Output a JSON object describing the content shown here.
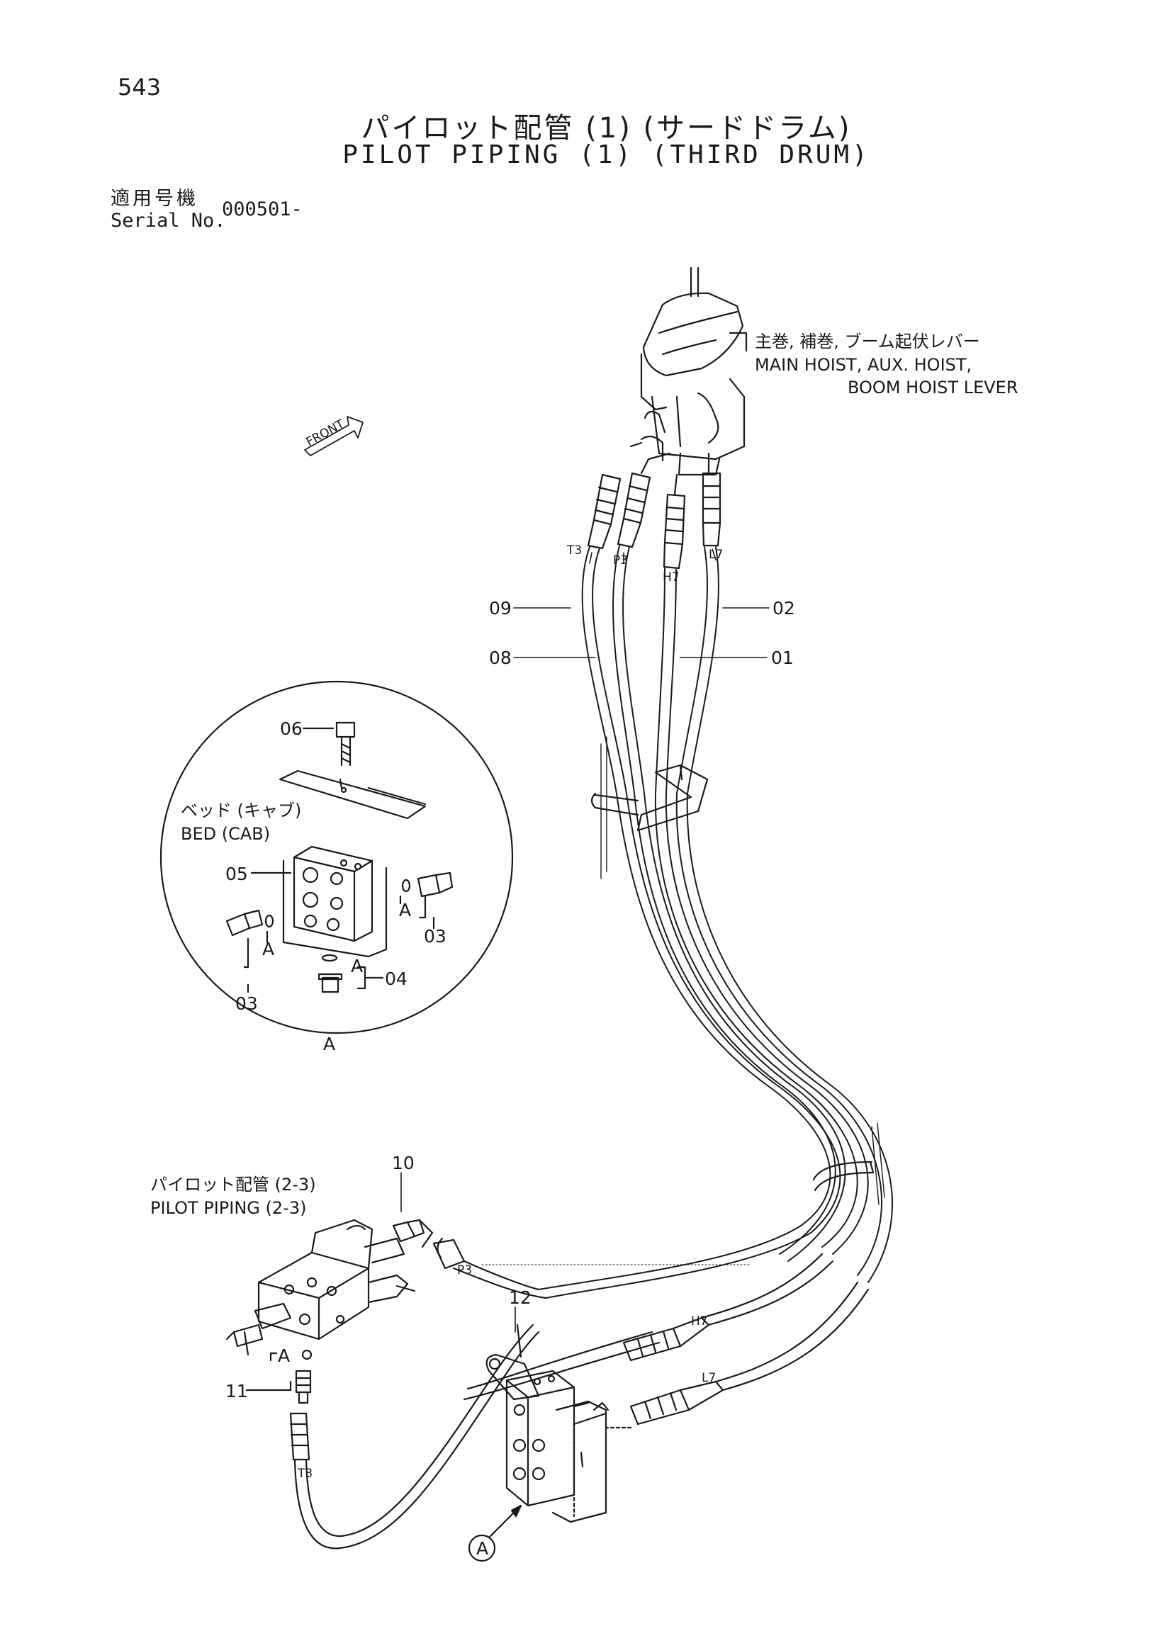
{
  "header": {
    "page_number": "543",
    "title_jp": "パイロット配管 (1) (サードドラム)",
    "title_en": "PILOT PIPING (1) (THIRD DRUM)",
    "serial_label_jp": "適用号機",
    "serial_label_en": "Serial No.",
    "serial_value": "000501-"
  },
  "notes": {
    "lever_jp": "主巻, 補巻, ブーム起伏レバー",
    "lever_en_1": "MAIN HOIST, AUX. HOIST,",
    "lever_en_2": "BOOM HOIST LEVER",
    "front": "FRONT",
    "bed_jp": "ベッド (キャブ)",
    "bed_en": "BED (CAB)",
    "pilot_jp": "パイロット配管 (2-3)",
    "pilot_en": "PILOT PIPING (2-3)"
  },
  "part_numbers": {
    "p01": "01",
    "p02": "02",
    "p03": "03",
    "p04": "04",
    "p05": "05",
    "p06": "06",
    "p08": "08",
    "p09": "09",
    "p10": "10",
    "p11": "11",
    "p12": "12"
  },
  "port_labels": {
    "t3": "T3",
    "p3": "P3",
    "h7": "H7",
    "l7": "L7"
  },
  "detail": {
    "marker": "A"
  }
}
